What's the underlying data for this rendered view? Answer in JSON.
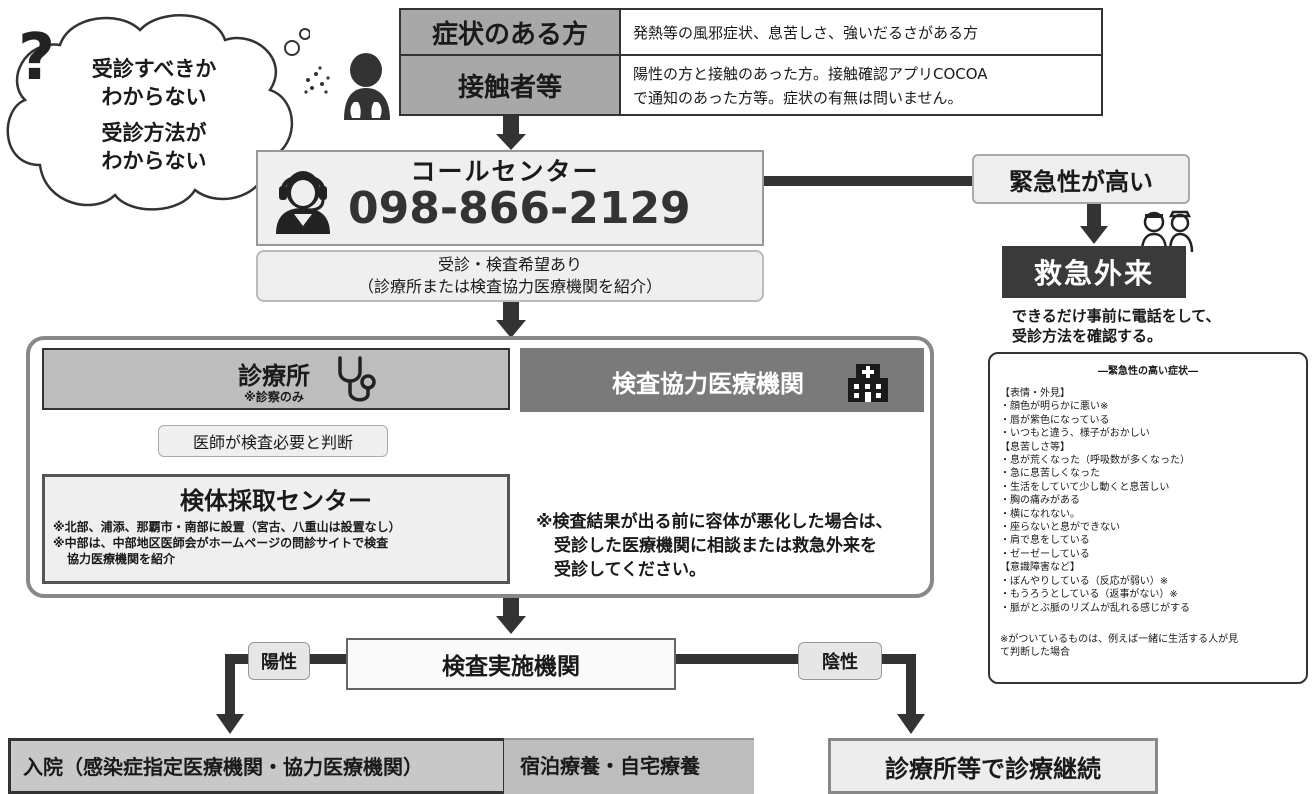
{
  "cloud": {
    "question_mark": "?",
    "line1": "受診すべきか",
    "line2": "わからない",
    "line3": "受診方法が",
    "line4": "わからない"
  },
  "target": {
    "symptomatic_label": "症状のある方",
    "symptomatic_desc": "発熱等の風邪症状、息苦しさ、強いだるさがある方",
    "contact_label": "接触者等",
    "contact_desc_line1": "陽性の方と接触のあった方。接触確認アプリCOCOA",
    "contact_desc_line2": "で通知のあった方等。症状の有無は問いません。"
  },
  "call_center": {
    "title": "コールセンター",
    "phone": "098-866-2129",
    "referral_line1": "受診・検査希望あり",
    "referral_line2": "（診療所または検査協力医療機関を紹介）"
  },
  "emergency": {
    "urgency_label": "緊急性が高い",
    "er_label": "救急外来",
    "advice_line1": "できるだけ事前に電話をして、",
    "advice_line2": "受診方法を確認する。",
    "symptoms_title": "―緊急性の高い症状―",
    "symptoms": [
      "【表情・外見】",
      "・顔色が明らかに悪い※",
      "・唇が紫色になっている",
      "・いつもと違う、様子がおかしい",
      "【息苦しさ等】",
      "・息が荒くなった（呼吸数が多くなった）",
      "・急に息苦しくなった",
      "・生活をしていて少し動くと息苦しい",
      "・胸の痛みがある",
      "・横になれない。",
      "・座らないと息ができない",
      "・肩で息をしている",
      "・ゼーゼーしている",
      "【意識障害など】",
      "・ぼんやりしている（反応が弱い）※",
      "・もうろうとしている（返事がない）※",
      "・脈がとぶ脈のリズムが乱れる感じがする"
    ],
    "note_line1": "※がついているものは、例えば一緒に生活する人が見",
    "note_line2": "て判断した場合"
  },
  "clinic": {
    "label": "診療所",
    "sub": "※診察のみ",
    "doctor_decision": "医師が検査必要と判断"
  },
  "partner": {
    "label": "検査協力医療機関",
    "note_line1": "※検査結果が出る前に容体が悪化した場合は、",
    "note_line2": "受診した医療機関に相談または救急外来を",
    "note_line3": "受診してください。"
  },
  "sampling": {
    "title": "検体採取センター",
    "note1": "※北部、浦添、那覇市・南部に設置（宮古、八重山は設置なし）",
    "note2_line1": "※中部は、中部地区医師会がホームページの問診サイトで検査",
    "note2_line2": "協力医療機関を紹介"
  },
  "testing": {
    "label": "検査実施機関",
    "positive": "陽性",
    "negative": "陰性"
  },
  "outcomes": {
    "hospital": "入院（感染症指定医療機関・協力医療機関）",
    "home": "宿泊療養・自宅療養",
    "continue": "診療所等で診療継続"
  },
  "colors": {
    "dark_arrow": "#333333",
    "header_gray": "#a8a8a8",
    "light_gray": "#eeeeee",
    "partner_gray": "#7a7a7a"
  }
}
